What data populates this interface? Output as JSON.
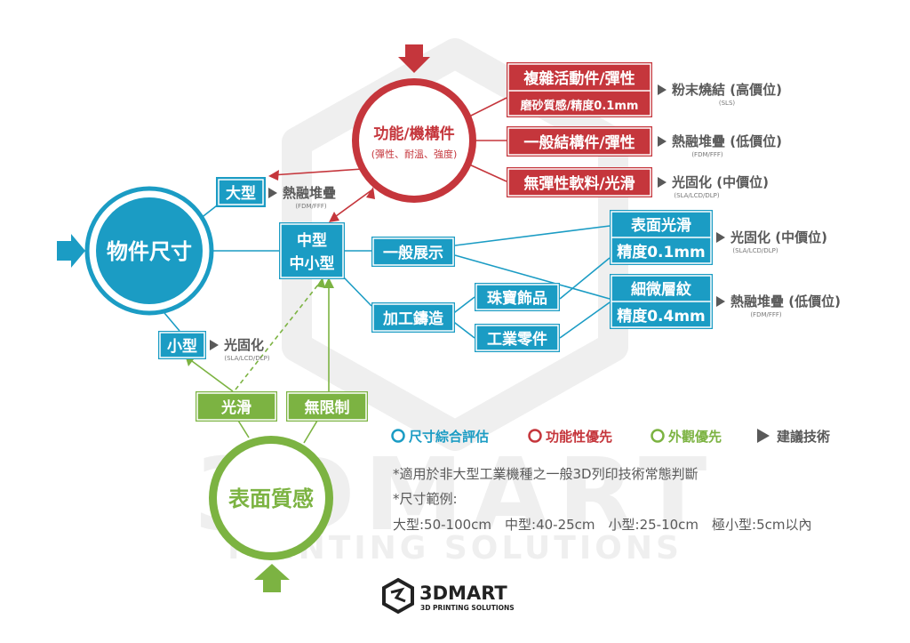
{
  "colors": {
    "blue": "#1b9cc4",
    "red": "#c5363c",
    "green": "#7cb342",
    "gray": "#595959",
    "watermark": "#ececec"
  },
  "watermark": {
    "brand": "3DMART",
    "sub": "PRINTING SOLUTIONS"
  },
  "entry_arrows": {
    "left": "arrow-right-icon",
    "top": "arrow-down-icon",
    "bottom": "arrow-up-icon"
  },
  "hubs": {
    "size": "物件尺寸",
    "function": {
      "title": "功能/機構件",
      "subtitle": "(彈性、耐溫、強度)"
    },
    "surface": "表面質感"
  },
  "size_branches": {
    "large": "大型",
    "medium": [
      "中型",
      "中小型"
    ],
    "small": "小型"
  },
  "surface_branches": {
    "smooth": "光滑",
    "unlimited": "無限制"
  },
  "uses": {
    "display": "一般展示",
    "casting": "加工鑄造"
  },
  "casting_items": {
    "jewelry": "珠寶飾品",
    "industrial": "工業零件"
  },
  "func_items": {
    "complex_title": "複雜活動件/彈性",
    "complex_sub": "磨砂質感/精度0.1mm",
    "general": "一般結構件/彈性",
    "soft": "無彈性軟料/光滑"
  },
  "surface_results": {
    "smooth": [
      "表面光滑",
      "精度0.1mm"
    ],
    "layered": [
      "細微層紋",
      "精度0.4mm"
    ]
  },
  "techs": {
    "sls": {
      "name": "粉末燒結 (高價位)",
      "abbr": "(SLS)"
    },
    "fdm_low": {
      "name": "熱融堆疊 (低價位)",
      "abbr": "(FDM/FFF)"
    },
    "photo_mid": {
      "name": "光固化 (中價位)",
      "abbr": "(SLA/LCD/DLP)"
    },
    "fdm_plain": {
      "name": "熱融堆疊",
      "abbr": "(FDM/FFF)"
    },
    "photo_plain": {
      "name": "光固化",
      "abbr": "(SLA/LCD/DLP)"
    }
  },
  "legend": [
    {
      "label": "尺寸綜合評估",
      "color": "#1b9cc4",
      "icon": "circle-blue-icon"
    },
    {
      "label": "功能性優先",
      "color": "#c5363c",
      "icon": "circle-red-icon"
    },
    {
      "label": "外觀優先",
      "color": "#7cb342",
      "icon": "circle-green-icon"
    },
    {
      "label": "建議技術",
      "color": "#595959",
      "icon": "triangle-right-icon"
    }
  ],
  "notes": {
    "n1": "*適用於非大型工業機種之一般3D列印技術常態判斷",
    "n2": "*尺寸範例:",
    "n3": "大型:50-100cm　中型:40-25cm　小型:25-10cm　極小型:5cm以內"
  },
  "logo": {
    "brand": "3DMART",
    "sub": "3D PRINTING SOLUTIONS"
  }
}
